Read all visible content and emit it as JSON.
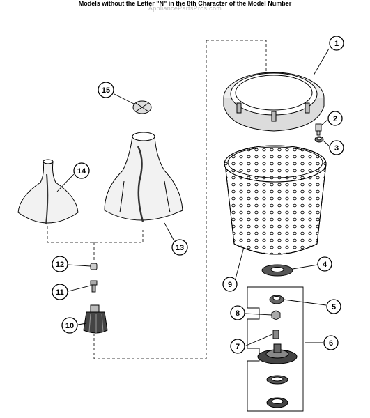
{
  "header": {
    "title": "Models without the Letter \"N\" in the 8th Character of the Model Number",
    "watermark": "AppliancePartsPros.com"
  },
  "callouts": [
    {
      "id": "1",
      "label": "1"
    },
    {
      "id": "2",
      "label": "2"
    },
    {
      "id": "3",
      "label": "3"
    },
    {
      "id": "4",
      "label": "4"
    },
    {
      "id": "5",
      "label": "5"
    },
    {
      "id": "6",
      "label": "6"
    },
    {
      "id": "7",
      "label": "7"
    },
    {
      "id": "8",
      "label": "8"
    },
    {
      "id": "9",
      "label": "9"
    },
    {
      "id": "10",
      "label": "10"
    },
    {
      "id": "11",
      "label": "11"
    },
    {
      "id": "12",
      "label": "12"
    },
    {
      "id": "13",
      "label": "13"
    },
    {
      "id": "14",
      "label": "14"
    },
    {
      "id": "15",
      "label": "15"
    }
  ],
  "colors": {
    "line": "#000000",
    "shade": "#e8e8e8",
    "dark": "#555555",
    "watermark": "#bdbdbd"
  }
}
